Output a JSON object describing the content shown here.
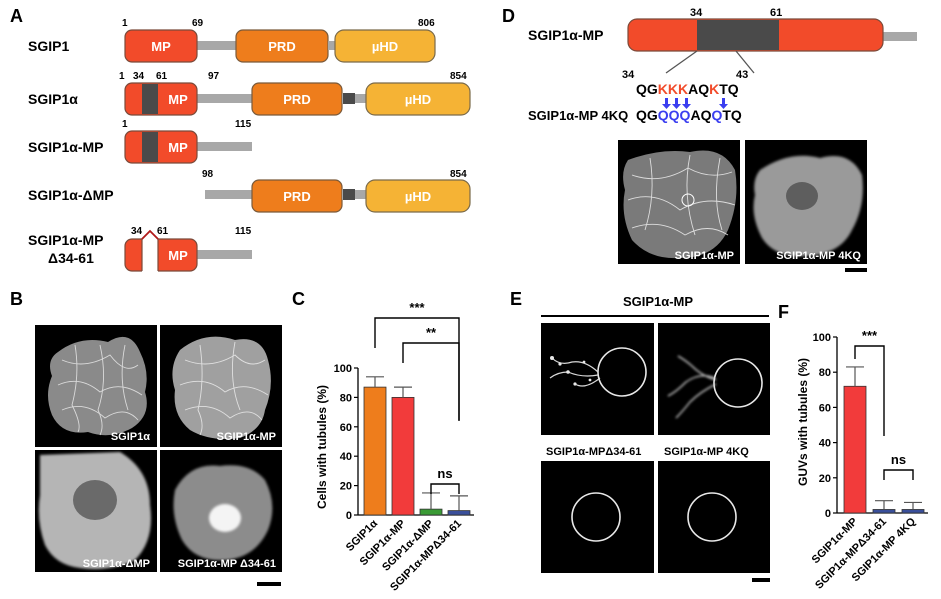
{
  "panel_letters": [
    "A",
    "B",
    "C",
    "D",
    "E",
    "F"
  ],
  "colors": {
    "mp": "#f24b2a",
    "prd": "#ee7d1c",
    "uhd": "#f5b335",
    "motif": "#4a4a4a",
    "linker": "#a8a8a8",
    "red_bar": "#f23b3b",
    "green_bar": "#3a9a35",
    "blue_bar": "#3a4f9a",
    "mutant_blue": "#3a3ef0"
  },
  "panel_a": {
    "constructs": [
      {
        "name": "SGIP1",
        "domains": [
          "MP",
          "PRD",
          "µHD"
        ],
        "numbers": [
          "1",
          "69",
          "806"
        ]
      },
      {
        "name": "SGIP1α",
        "domains": [
          "MP",
          "PRD",
          "µHD"
        ],
        "numbers": [
          "1",
          "34",
          "61",
          "97",
          "854"
        ]
      },
      {
        "name": "SGIP1α-MP",
        "domains": [
          "MP"
        ],
        "numbers": [
          "1",
          "115"
        ]
      },
      {
        "name": "SGIP1α-ΔMP",
        "domains": [
          "PRD",
          "µHD"
        ],
        "numbers": [
          "98",
          "854"
        ]
      },
      {
        "name": "SGIP1α-MP",
        "name_line2": "Δ34-61",
        "domains": [
          "MP"
        ],
        "numbers": [
          "34",
          "61",
          "115"
        ]
      }
    ]
  },
  "panel_b": {
    "image_labels": [
      "SGIP1α",
      "SGIP1α-MP",
      "SGIP1α-ΔMP",
      "SGIP1α-MP  Δ34-61"
    ]
  },
  "panel_d": {
    "construct": "SGIP1α-MP",
    "motif_numbers": [
      "34",
      "61"
    ],
    "range_numbers": [
      "34",
      "43"
    ],
    "wt_sequence": {
      "prefix": "QG",
      "mut1": "KKK",
      "mid": "AQ",
      "mut2": "K",
      "suffix": "TQ"
    },
    "mutant_name": "SGIP1α-MP 4KQ",
    "mutant_sequence": {
      "prefix": "QG",
      "mut1": "QQQ",
      "mid": "AQ",
      "mut2": "Q",
      "suffix": "TQ"
    },
    "image_labels": [
      "SGIP1α-MP",
      "SGIP1α-MP 4KQ"
    ]
  },
  "panel_e": {
    "header": "SGIP1α-MP",
    "image_labels": [
      "SGIP1α-MPΔ34-61",
      "SGIP1α-MP 4KQ"
    ]
  },
  "chart_data": [
    {
      "panel": "C",
      "type": "bar",
      "ylabel": "Cells with tubules (%)",
      "xlabel": "",
      "ylim": [
        0,
        100
      ],
      "yticks": [
        0,
        20,
        40,
        60,
        80,
        100
      ],
      "categories": [
        "SGIP1α",
        "SGIP1α-MP",
        "SGIP1α-ΔMP",
        "SGIP1α-MPΔ34-61"
      ],
      "values": [
        87,
        80,
        4,
        3
      ],
      "errors": [
        7,
        7,
        11,
        10
      ],
      "bar_colors": [
        "#ee7d1c",
        "#f23b3b",
        "#3a9a35",
        "#3a4f9a"
      ],
      "significance": [
        {
          "pair": [
            0,
            3
          ],
          "label": "***"
        },
        {
          "pair": [
            1,
            3
          ],
          "label": "**"
        },
        {
          "pair": [
            2,
            3
          ],
          "label": "ns"
        }
      ],
      "grid": false
    },
    {
      "panel": "F",
      "type": "bar",
      "ylabel": "GUVs with tubules (%)",
      "xlabel": "",
      "ylim": [
        0,
        100
      ],
      "yticks": [
        0,
        20,
        40,
        60,
        80,
        100
      ],
      "categories": [
        "SGIP1α-MP",
        "SGIP1α-MPΔ34-61",
        "SGIP1α-MP 4KQ"
      ],
      "values": [
        72,
        2,
        2
      ],
      "errors": [
        11,
        5,
        4
      ],
      "bar_colors": [
        "#f23b3b",
        "#3a4f9a",
        "#3a4f9a"
      ],
      "significance": [
        {
          "pair": [
            0,
            1
          ],
          "label": "***"
        },
        {
          "pair": [
            1,
            2
          ],
          "label": "ns"
        }
      ],
      "grid": false
    }
  ]
}
